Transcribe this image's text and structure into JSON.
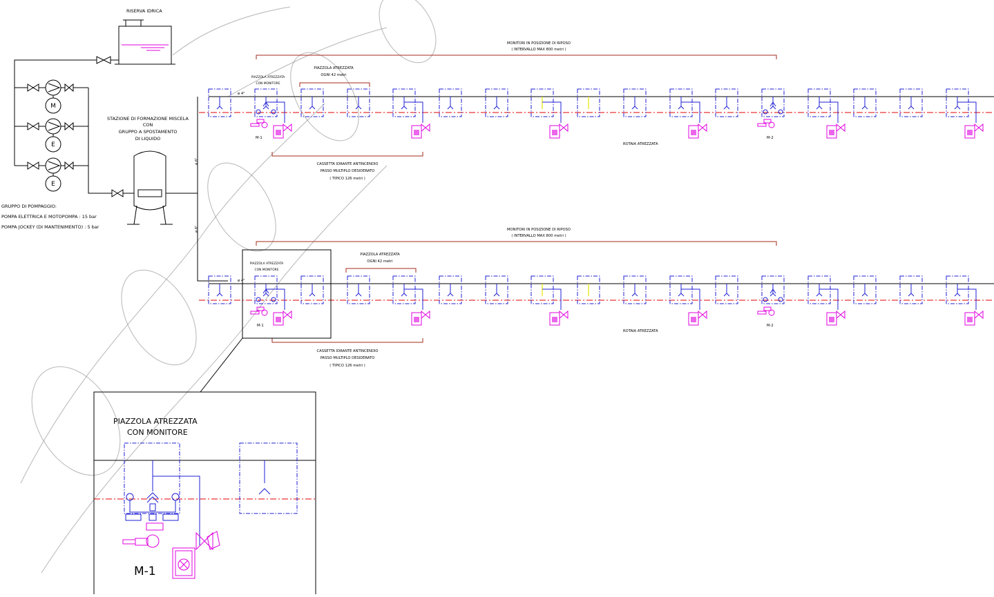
{
  "labels": {
    "water_reserve": "RISERVA IDRICA",
    "mixing_station": [
      "STAZIONE DI FORMAZIONE MISCELA",
      "CON",
      "GRUPPO A SPOSTAMENTO",
      "DI LIQUIDO"
    ],
    "pump_group": [
      "GRUPPO DI POMPAGGIO:",
      "POMPA ELETTRICA E MOTOPOMPA  : 15 bar",
      "POMPA JOCKEY (DI MANTENIMENTO) : 5 bar"
    ],
    "pump_letters": [
      "M",
      "E",
      "E"
    ],
    "pipe_phi6": "ø 6\"",
    "pipe_phi4": "ø 4\"",
    "monitors_rest": [
      "MONITORI IN POSIZIONE DI RIPOSO",
      "( INTERVALLO  MAX 800 metri )"
    ],
    "equipped_pad": [
      "PIAZZOLA ATREZZATA",
      "OGNI 42 metri"
    ],
    "equipped_pad_monitor": [
      "PIAZZOLA ATREZZATA",
      "CON MONITORE"
    ],
    "hydrant_box": [
      "CASSETTA IDRANTE ANTINCENDIO",
      "PASSO MULTIPLO DESIDERATO",
      "( TIPICO 126 metri )"
    ],
    "rail": "ROTAIA ATREZZATA",
    "m1": "M-1",
    "m2": "M-2",
    "detail_title": [
      "PIAZZOLA ATREZZATA",
      "CON MONITORE"
    ],
    "detail_m1": "M-1"
  },
  "colors": {
    "pipe": "#000000",
    "box": "#1f1fd6",
    "rail": "#e60000",
    "dimension": "#a52a1a",
    "equipment": "#e000e0",
    "highlight": "#e6e600"
  }
}
